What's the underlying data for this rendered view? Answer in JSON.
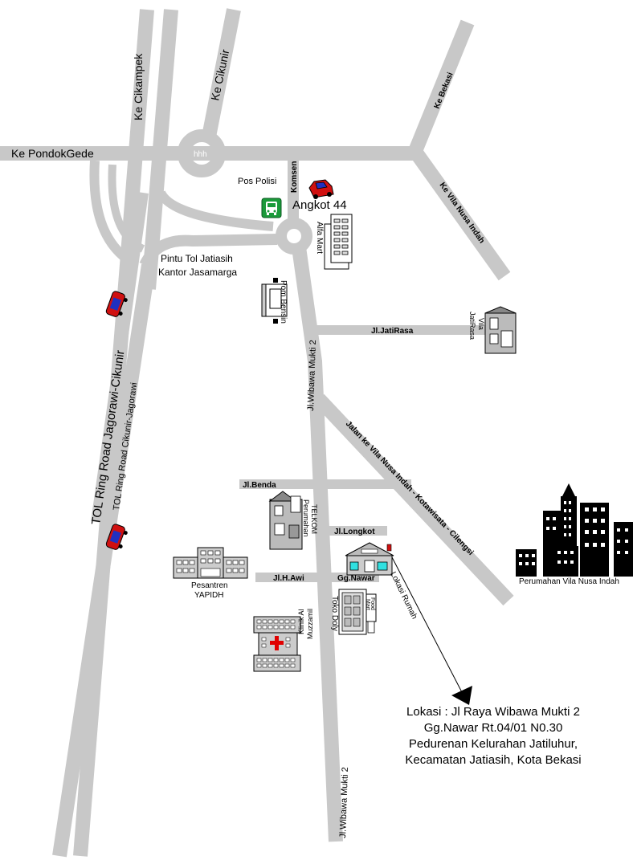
{
  "roads": {
    "ke_pondokgede": "Ke PondokGede",
    "ke_cikampek": "Ke Cikampek",
    "ke_cikunir": "Ke Cikunir",
    "ke_bekasi": "Ke Bekasi",
    "ke_vila": "Ke Vila Nusa Indah",
    "tol_ring": "TOL Ring Road Jagorawi-Cikunir",
    "tol_ring2": "TOL Ring Road Cikunir-Jagorawi",
    "wibawa1": "Jl.Wibawa Mukti 2",
    "wibawa2": "Jl.Wibawa Mukti 2",
    "jatirasa": "Jl.JatiRasa",
    "jalan_vila": "Jalan ke Vila Nusa Indah - Kotawisata - Cilengsi",
    "benda": "Jl.Benda",
    "longkot": "Jl.Longkot",
    "hawi": "Jl.H.Awi",
    "nawar": "Gg.Nawar",
    "komsen": "Komsen",
    "roundabout": "hhh"
  },
  "places": {
    "pos_polisi": "Pos Polisi",
    "angkot": "Angkot 44",
    "alfa": "Alfa Mart",
    "pintu_tol_1": "Pintu Tol Jatiasih",
    "pintu_tol_2": "Kantor Jasamarga",
    "pom": "Pom Bensin",
    "vila_1": "Vila",
    "vila_2": "JatiRasa",
    "telkom_1": "Perumahan",
    "telkom_2": "TELKOM",
    "pesantren_1": "Pesantren",
    "pesantren_2": "YAPIDH",
    "toko": "Toko Doly",
    "food_1": "Food",
    "food_2": "Mart",
    "lokasi_rumah": "Lokasi Rumah",
    "klinik_1": "Klinik Al",
    "klinik_2": "Muzzamil",
    "perumahan_vila": "Perumahan Vila Nusa Indah"
  },
  "address": {
    "line1": "Lokasi : Jl Raya Wibawa Mukti 2",
    "line2": "Gg.Nawar Rt.04/01 N0.30",
    "line3": "Pedurenan Kelurahan Jatiluhur,",
    "line4": "Kecamatan Jatiasih, Kota Bekasi"
  },
  "colors": {
    "road": "#c8c8c8",
    "bus_sign": "#1a9a3a",
    "car": "#d01010",
    "car_roof": "#2030c0",
    "hospital_cross": "#e00000",
    "window_cyan": "#30e0e0"
  }
}
